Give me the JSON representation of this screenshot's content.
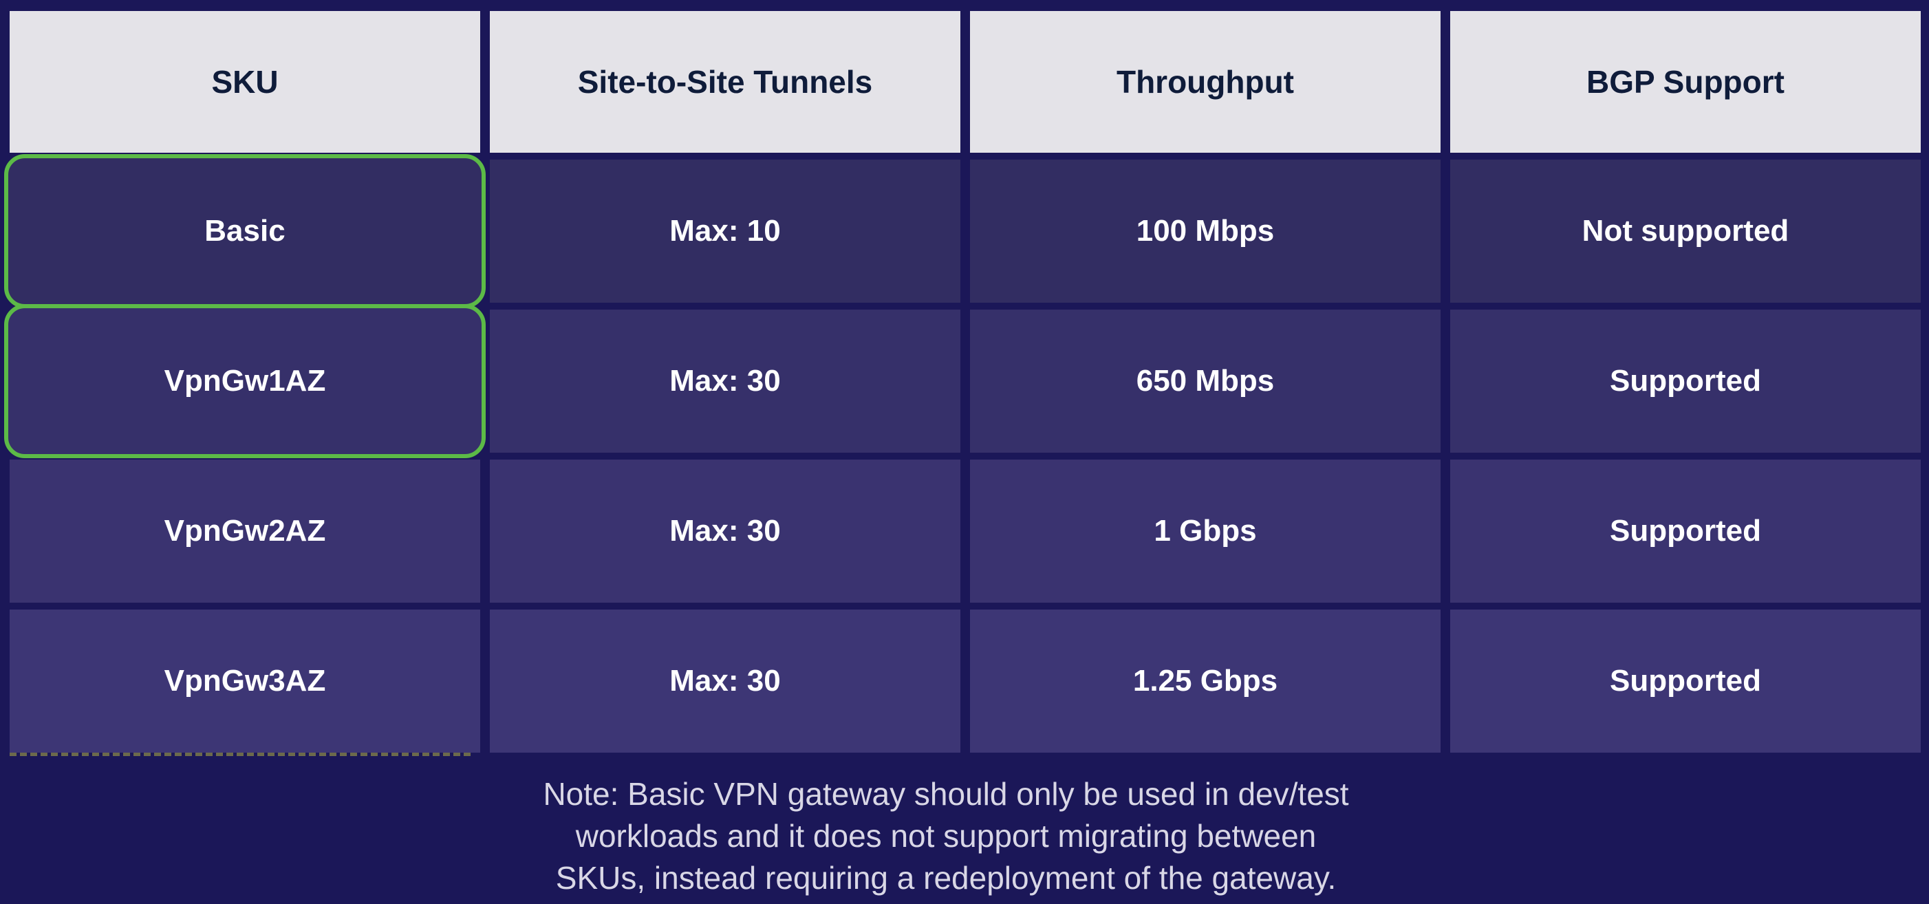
{
  "table": {
    "headers": [
      "SKU",
      "Site-to-Site Tunnels",
      "Throughput",
      "BGP Support"
    ],
    "rows": [
      {
        "sku": "Basic",
        "tunnels": "Max: 10",
        "throughput": "100 Mbps",
        "bgp": "Not supported",
        "highlighted": true
      },
      {
        "sku": "VpnGw1AZ",
        "tunnels": "Max: 30",
        "throughput": "650 Mbps",
        "bgp": "Supported",
        "highlighted": true
      },
      {
        "sku": "VpnGw2AZ",
        "tunnels": "Max: 30",
        "throughput": "1 Gbps",
        "bgp": "Supported",
        "highlighted": false
      },
      {
        "sku": "VpnGw3AZ",
        "tunnels": "Max: 30",
        "throughput": "1.25 Gbps",
        "bgp": "Supported",
        "highlighted": false
      }
    ]
  },
  "note": {
    "line1": "Note: Basic VPN gateway should only be used in dev/test",
    "line2": "workloads and it does not support migrating between",
    "line3": "SKUs, instead requiring a redeployment of the gateway."
  },
  "colors": {
    "background": "#1b1758",
    "header_bg": "#e4e3e8",
    "header_text": "#0f1c3a",
    "highlight_border": "#5cba47"
  }
}
